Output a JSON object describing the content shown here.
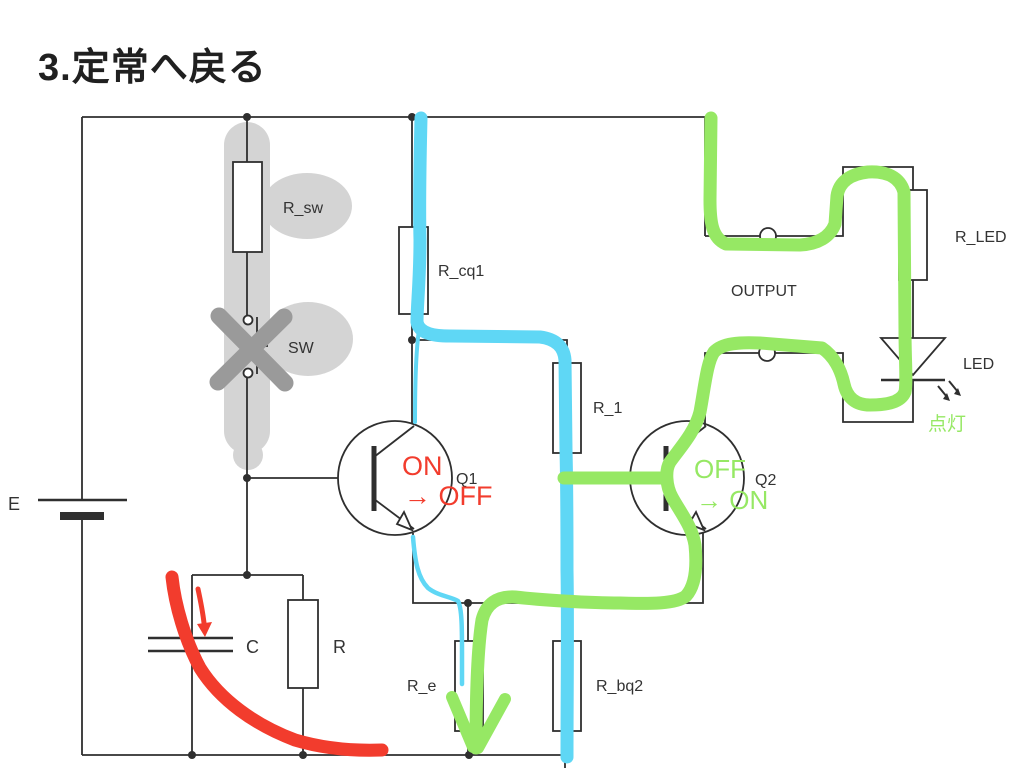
{
  "title": "3.定常へ戻る",
  "colors": {
    "blue": "#5fd7f5",
    "green": "#96e864",
    "red": "#f23c2d",
    "blob": "#d4d4d4",
    "cross": "#9a9a9a",
    "wire": "#2f2f2f",
    "label": "#333333"
  },
  "components": {
    "e": "E",
    "r_sw": "R_sw",
    "sw": "SW",
    "c": "C",
    "r": "R",
    "r_cq1": "R_cq1",
    "r_1": "R_1",
    "r_e": "R_e",
    "r_bq2": "R_bq2",
    "q1": "Q1",
    "q2": "Q2",
    "output": "OUTPUT",
    "r_led": "R_LED",
    "led": "LED"
  },
  "annotations": {
    "q1_state": "ON",
    "q1_change": "→ OFF",
    "q2_state": "OFF",
    "q2_change": "→ ON",
    "led_state": "点灯"
  }
}
